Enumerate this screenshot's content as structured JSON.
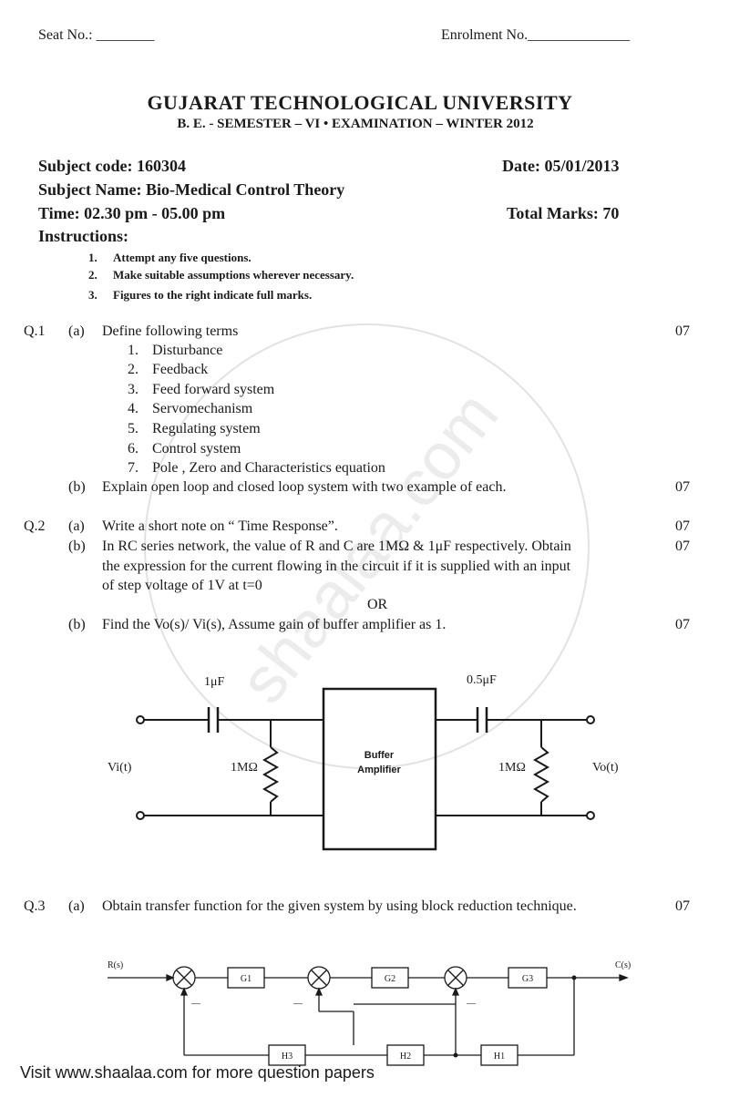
{
  "header": {
    "seat_no": "Seat No.: ________",
    "enrolment_no": "Enrolment No.______________"
  },
  "university": "GUJARAT TECHNOLOGICAL UNIVERSITY",
  "exam": "B. E. - SEMESTER – VI • EXAMINATION – WINTER 2012",
  "subject_code": "Subject code: 160304",
  "date": "Date: 05/01/2013",
  "subject_name": "Subject Name: Bio-Medical Control Theory",
  "time": "Time: 02.30 pm - 05.00 pm",
  "total_marks": "Total Marks: 70",
  "instructions_heading": "Instructions:",
  "instructions": [
    {
      "num": "1.",
      "text": "Attempt any five questions."
    },
    {
      "num": "2.",
      "text": "Make suitable assumptions wherever necessary."
    },
    {
      "num": "3.",
      "text": "Figures to the right indicate full marks."
    }
  ],
  "q1": {
    "label": "Q.1",
    "a_label": "(a)",
    "a_text": "Define following terms",
    "a_marks": "07",
    "terms": [
      {
        "num": "1.",
        "text": "Disturbance"
      },
      {
        "num": "2.",
        "text": "Feedback"
      },
      {
        "num": "3.",
        "text": "Feed forward system"
      },
      {
        "num": "4.",
        "text": "Servomechanism"
      },
      {
        "num": "5.",
        "text": "Regulating system"
      },
      {
        "num": "6.",
        "text": "Control system"
      },
      {
        "num": "7.",
        "text": "Pole , Zero and Characteristics equation"
      }
    ],
    "b_label": "(b)",
    "b_text": "Explain open loop and closed loop system with two example of each.",
    "b_marks": "07"
  },
  "q2": {
    "label": "Q.2",
    "a_label": "(a)",
    "a_text": "Write a short note on “ Time Response”.",
    "a_marks": "07",
    "b_label": "(b)",
    "b_lines": [
      "In RC series network, the value of R and C are 1MΩ & 1μF respectively. Obtain",
      "the expression for the current flowing in the circuit if it is supplied with an input",
      "of step voltage of 1V at t=0"
    ],
    "b_marks": "07",
    "or": "OR",
    "b2_label": "(b)",
    "b2_text": "Find the Vo(s)/ Vi(s), Assume gain of buffer amplifier as 1.",
    "b2_marks": "07"
  },
  "circuit": {
    "c1": "1μF",
    "c2": "0.5μF",
    "r1": "1MΩ",
    "r2": "1MΩ",
    "vin": "Vi(t)",
    "vout": "Vo(t)",
    "amp_line1": "Buffer",
    "amp_line2": "Amplifier"
  },
  "q3": {
    "label": "Q.3",
    "a_label": "(a)",
    "a_text": "Obtain transfer function for the given system by using block reduction technique.",
    "a_marks": "07"
  },
  "block_diagram": {
    "input": "R(s)",
    "output": "C(s)",
    "g1": "G1",
    "g2": "G2",
    "g3": "G3",
    "h1": "H1",
    "h2": "H2",
    "h3": "H3",
    "minus": "—"
  },
  "watermark": "shaalaa.com",
  "footer": "Visit www.shaalaa.com for more question papers"
}
